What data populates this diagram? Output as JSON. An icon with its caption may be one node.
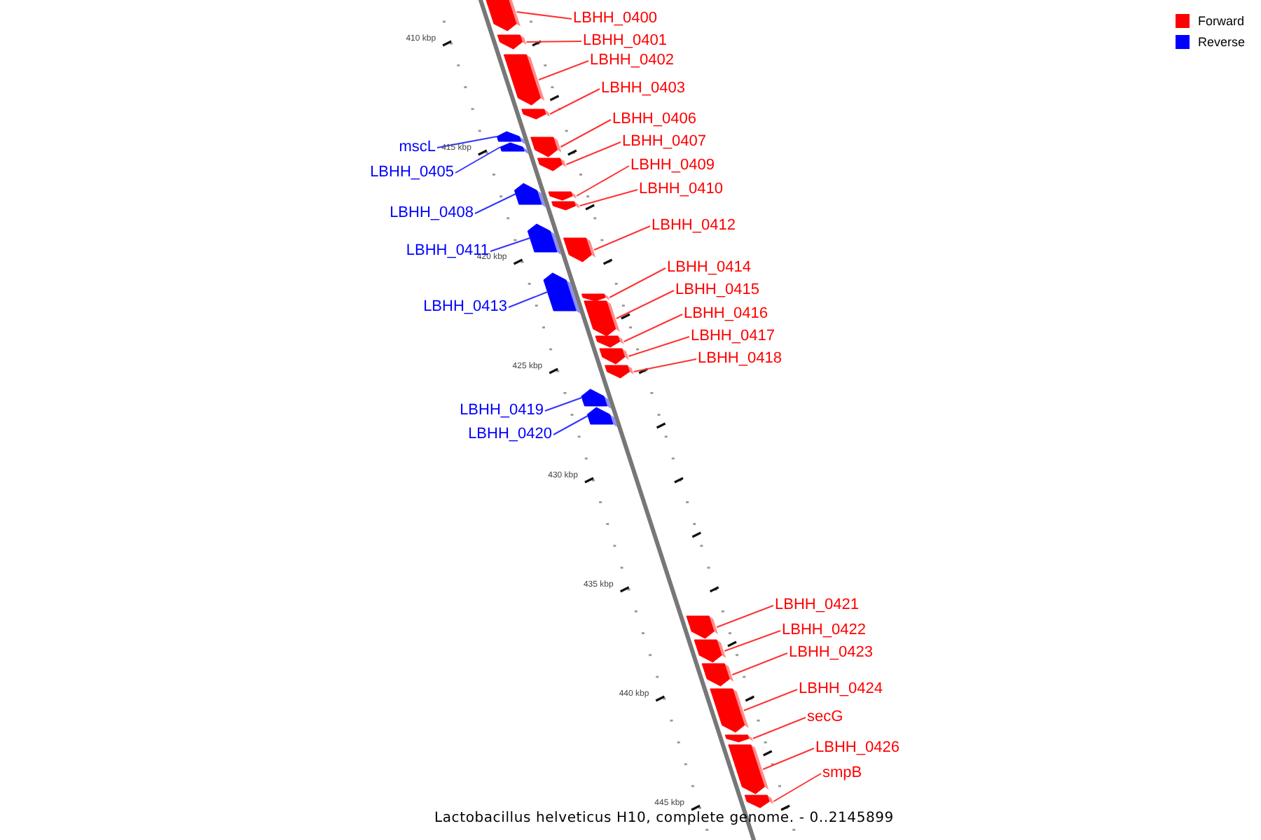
{
  "diagram": {
    "caption": "Lactobacillus helveticus H10, complete genome. - 0..2145899",
    "nodes": [
      {
        "text": [
          "LBHH_0400"
        ]
      },
      {
        "text": [
          "LBHH_0401"
        ]
      },
      {
        "text": [
          "LBHH_0402"
        ]
      },
      {
        "text": [
          "LBHH_0403"
        ]
      },
      {
        "text": [
          "LBHH_0406"
        ]
      },
      {
        "text": [
          "LBHH_0407"
        ]
      },
      {
        "text": [
          "mscL"
        ]
      },
      {
        "text": [
          "LBHH_0409"
        ]
      },
      {
        "text": [
          "LBHH_0405"
        ]
      },
      {
        "text": [
          "LBHH_0410"
        ]
      },
      {
        "text": [
          "LBHH_0408"
        ]
      },
      {
        "text": [
          "LBHH_0412"
        ]
      },
      {
        "text": [
          "LBHH_0411"
        ]
      },
      {
        "text": [
          "LBHH_0414"
        ]
      },
      {
        "text": [
          "LBHH_0415"
        ]
      },
      {
        "text": [
          "LBHH_0413"
        ]
      },
      {
        "text": [
          "LBHH_0416"
        ]
      },
      {
        "text": [
          "LBHH_0417"
        ]
      },
      {
        "text": [
          "LBHH_0418"
        ]
      },
      {
        "text": [
          "LBHH_0419"
        ]
      },
      {
        "text": [
          "LBHH_0420"
        ]
      },
      {
        "text": [
          "LBHH_0421"
        ]
      },
      {
        "text": [
          "LBHH_0422"
        ]
      },
      {
        "text": [
          "LBHH_0423"
        ]
      },
      {
        "text": [
          "LBHH_0424"
        ]
      },
      {
        "text": [
          "secG"
        ]
      },
      {
        "text": [
          "LBHH_0426"
        ]
      },
      {
        "text": [
          "smpB"
        ]
      },
      {
        "text": [],
        "shape": "bar"
      },
      {
        "text": [],
        "shape": "bar"
      },
      {
        "text": [],
        "shape": "bar"
      },
      {
        "text": [],
        "shape": "bar"
      },
      {
        "text": [],
        "shape": "bar"
      },
      {
        "text": [],
        "shape": "bar"
      },
      {
        "text": [],
        "shape": "bar"
      },
      {
        "text": [],
        "shape": "bar"
      },
      {
        "text": [],
        "shape": "bar"
      },
      {
        "text": [],
        "shape": "bar"
      },
      {
        "text": [],
        "shape": "bar"
      },
      {
        "text": [],
        "shape": "bar"
      },
      {
        "text": [],
        "shape": "bar"
      },
      {
        "text": [],
        "shape": "bar"
      },
      {
        "text": [],
        "shape": "bar"
      },
      {
        "text": [],
        "shape": "bar"
      },
      {
        "text": [],
        "shape": "bar"
      },
      {
        "text": [],
        "shape": "bar"
      },
      {
        "text": [],
        "shape": "bar"
      },
      {
        "text": [],
        "shape": "bar"
      },
      {
        "text": [],
        "shape": "bar"
      },
      {
        "text": [],
        "shape": "bar"
      },
      {
        "text": [],
        "shape": "bar"
      },
      {
        "text": [],
        "shape": "bar"
      },
      {
        "text": [],
        "shape": "bar"
      },
      {
        "text": [],
        "shape": "bar"
      },
      {
        "text": [],
        "shape": "bar"
      },
      {
        "text": [],
        "shape": "bar"
      }
    ],
    "edges": [
      {
        "from": 0,
        "to": 28,
        "arrow": "none"
      },
      {
        "from": 1,
        "to": 29,
        "arrow": "none"
      },
      {
        "from": 2,
        "to": 30,
        "arrow": "none"
      },
      {
        "from": 3,
        "to": 31,
        "arrow": "none"
      },
      {
        "from": 4,
        "to": 33,
        "arrow": "none"
      },
      {
        "from": 5,
        "to": 35,
        "arrow": "none"
      },
      {
        "from": 6,
        "to": 32,
        "arrow": "none",
        "color": "#3333ff"
      },
      {
        "from": 7,
        "to": 37,
        "arrow": "none"
      },
      {
        "from": 8,
        "to": 34,
        "arrow": "none",
        "color": "#3333ff"
      },
      {
        "from": 9,
        "to": 38,
        "arrow": "none"
      },
      {
        "from": 10,
        "to": 36,
        "arrow": "none",
        "color": "#3333ff"
      },
      {
        "from": 11,
        "to": 40,
        "arrow": "none"
      },
      {
        "from": 12,
        "to": 39,
        "arrow": "none",
        "color": "#3333ff"
      },
      {
        "from": 13,
        "to": 42,
        "arrow": "none"
      },
      {
        "from": 14,
        "to": 43,
        "arrow": "none"
      },
      {
        "from": 15,
        "to": 41,
        "arrow": "none",
        "color": "#3333ff"
      },
      {
        "from": 16,
        "to": 44,
        "arrow": "none"
      },
      {
        "from": 17,
        "to": 45,
        "arrow": "none"
      },
      {
        "from": 18,
        "to": 46,
        "arrow": "none"
      },
      {
        "from": 19,
        "to": 47,
        "arrow": "none",
        "color": "#3333ff"
      },
      {
        "from": 20,
        "to": 48,
        "arrow": "none",
        "color": "#3333ff"
      },
      {
        "from": 21,
        "to": 49,
        "arrow": "none"
      },
      {
        "from": 22,
        "to": 50,
        "arrow": "none"
      },
      {
        "from": 23,
        "to": 51,
        "arrow": "none"
      },
      {
        "from": 24,
        "to": 52,
        "arrow": "none"
      },
      {
        "from": 25,
        "to": 53,
        "arrow": "none"
      },
      {
        "from": 26,
        "to": 54,
        "arrow": "none"
      },
      {
        "from": 27,
        "to": 55,
        "arrow": "none"
      }
    ],
    "labels": [
      "410 kbp",
      "415 kbp",
      "420 kbp",
      "425 kbp",
      "430 kbp",
      "435 kbp",
      "440 kbp",
      "445 kbp"
    ],
    "legend": [
      {
        "text": "Forward",
        "color": "#ff0000"
      },
      {
        "text": "Reverse",
        "color": "#0000ff"
      }
    ]
  }
}
